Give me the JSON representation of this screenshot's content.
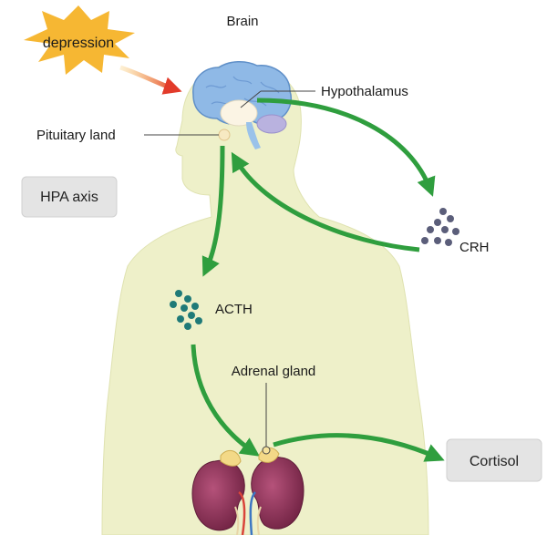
{
  "labels": {
    "depression": "depression",
    "brain": "Brain",
    "hypothalamus": "Hypothalamus",
    "pituitary": "Pituitary land",
    "hpa_axis": "HPA axis",
    "crh": "CRH",
    "acth": "ACTH",
    "adrenal": "Adrenal gland",
    "cortisol": "Cortisol"
  },
  "colors": {
    "body_fill": "#eef0c9",
    "arrow_green": "#2f9e3e",
    "arrow_red": "#e23b2a",
    "starburst": "#f6b733",
    "crh_particle": "#5b5e7a",
    "acth_particle": "#1f7a78",
    "box_fill": "#e4e4e4",
    "brain_blue": "#8fb9e6",
    "kidney": "#8e3355"
  }
}
